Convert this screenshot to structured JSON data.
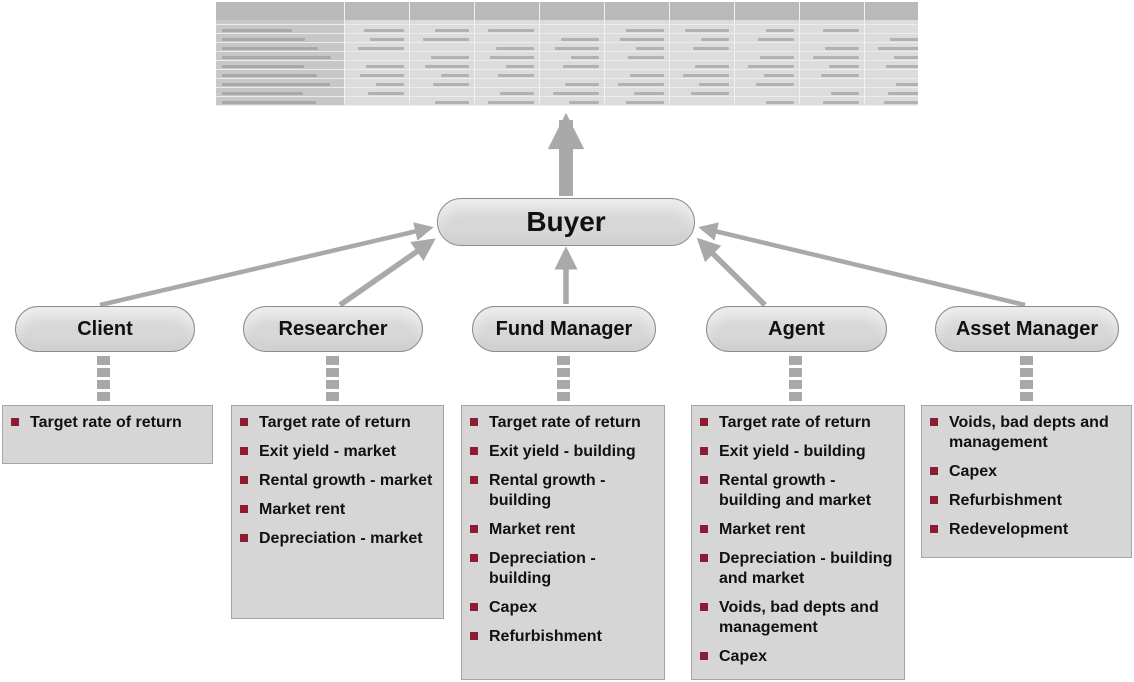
{
  "buyer": {
    "label": "Buyer"
  },
  "roles": [
    {
      "label": "Client",
      "items": [
        "Target rate of return"
      ]
    },
    {
      "label": "Researcher",
      "items": [
        "Target rate of return",
        "Exit yield - market",
        "Rental growth - market",
        "Market rent",
        "Depreciation - market"
      ]
    },
    {
      "label": "Fund Manager",
      "items": [
        "Target rate of return",
        "Exit yield - building",
        "Rental growth - building",
        "Market rent",
        "Depreciation - building",
        "Capex",
        "Refurbishment"
      ]
    },
    {
      "label": "Agent",
      "items": [
        "Target rate of return",
        "Exit yield - building",
        "Rental growth - building and market",
        "Market rent",
        "Depreciation - building and market",
        "Voids, bad depts and management",
        "Capex"
      ]
    },
    {
      "label": "Asset Manager",
      "items": [
        "Voids, bad depts and management",
        "Capex",
        "Refurbishment",
        "Redevelopment"
      ]
    }
  ],
  "colors": {
    "arrow": "#a9a9a9",
    "node_fill": "#d7d7d7",
    "box_fill": "#d6d6d6",
    "bullet": "#8e1b31"
  }
}
